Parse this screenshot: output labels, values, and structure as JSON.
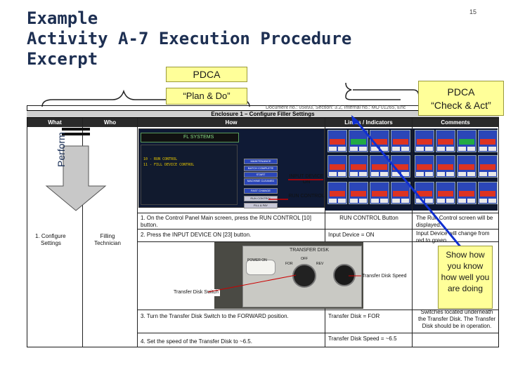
{
  "title": {
    "line1": "Example",
    "line2": "Activity A-7 Execution Procedure",
    "line3": "Excerpt"
  },
  "page_number": "15",
  "callouts": {
    "pdca": "PDCA",
    "plan_do": "“Plan & Do”",
    "check_act_line1": "PDCA",
    "check_act_line2": "“Check & Act”",
    "show_how": "Show how you know how well you are doing",
    "perform": "Perform"
  },
  "document": {
    "doc_number": "Document no.: 05893, Section: 3.2, Internal no.: MO 01265, Enc",
    "enclosure_title": "Enclosure 1 – Configure Filler Settings",
    "headers": [
      "What",
      "Who",
      "How",
      "Limits / Indicators",
      "Comments"
    ],
    "what": [
      "1. Configure",
      "Settings"
    ],
    "who": [
      "Filling",
      "Technician"
    ],
    "screen_title": "FL SYSTEMS",
    "screen_items": [
      "10 - RUN CONTROL",
      "11 - FILL DEVICE CONTROL"
    ],
    "screen_buttons": [
      "MAINTENANCE",
      "BATCH COMPLETE",
      "START",
      "MACHINE CLEANED",
      "FAST CHANGE",
      "RUN CONTROL",
      "FILL & PAY"
    ],
    "labels": {
      "input_device_on": "INPUT DEVICE ON",
      "run_control": "RUN CONTROL",
      "transfer_disk_speed": "Transfer Disk Speed",
      "transfer_disk_switch": "Transfer Disk Switch",
      "transfer_disk_panel": "TRANSFER DISK",
      "power_on": "POWER ON",
      "for": "FOR",
      "off": "OFF",
      "rev": "REV"
    },
    "steps": [
      {
        "how": "1.  On the Control Panel Main screen, press the RUN CONTROL [10] button.",
        "limit": "RUN CONTROL Button",
        "comment": "The Run Control screen will be displayed."
      },
      {
        "how": "2.  Press the INPUT DEVICE ON [23] button.",
        "limit": "Input Device = ON",
        "comment": "Input Device will change from red to green."
      },
      {
        "how": "3.  Turn the Transfer Disk Switch to the FORWARD position.",
        "limit": "Transfer Disk = FOR",
        "comment": "Switches located underneath the Transfer Disk. The Transfer Disk should be in operation."
      },
      {
        "how": "4.  Set the speed of the Transfer Disk to ~6.5.",
        "limit": "Transfer Disk Speed = ~6.5",
        "comment": ""
      }
    ]
  },
  "colors": {
    "title": "#1d2f52",
    "callout_bg": "#ffff99",
    "arrow_blue": "#1030d0",
    "screen_blue": "#2b46b8"
  }
}
